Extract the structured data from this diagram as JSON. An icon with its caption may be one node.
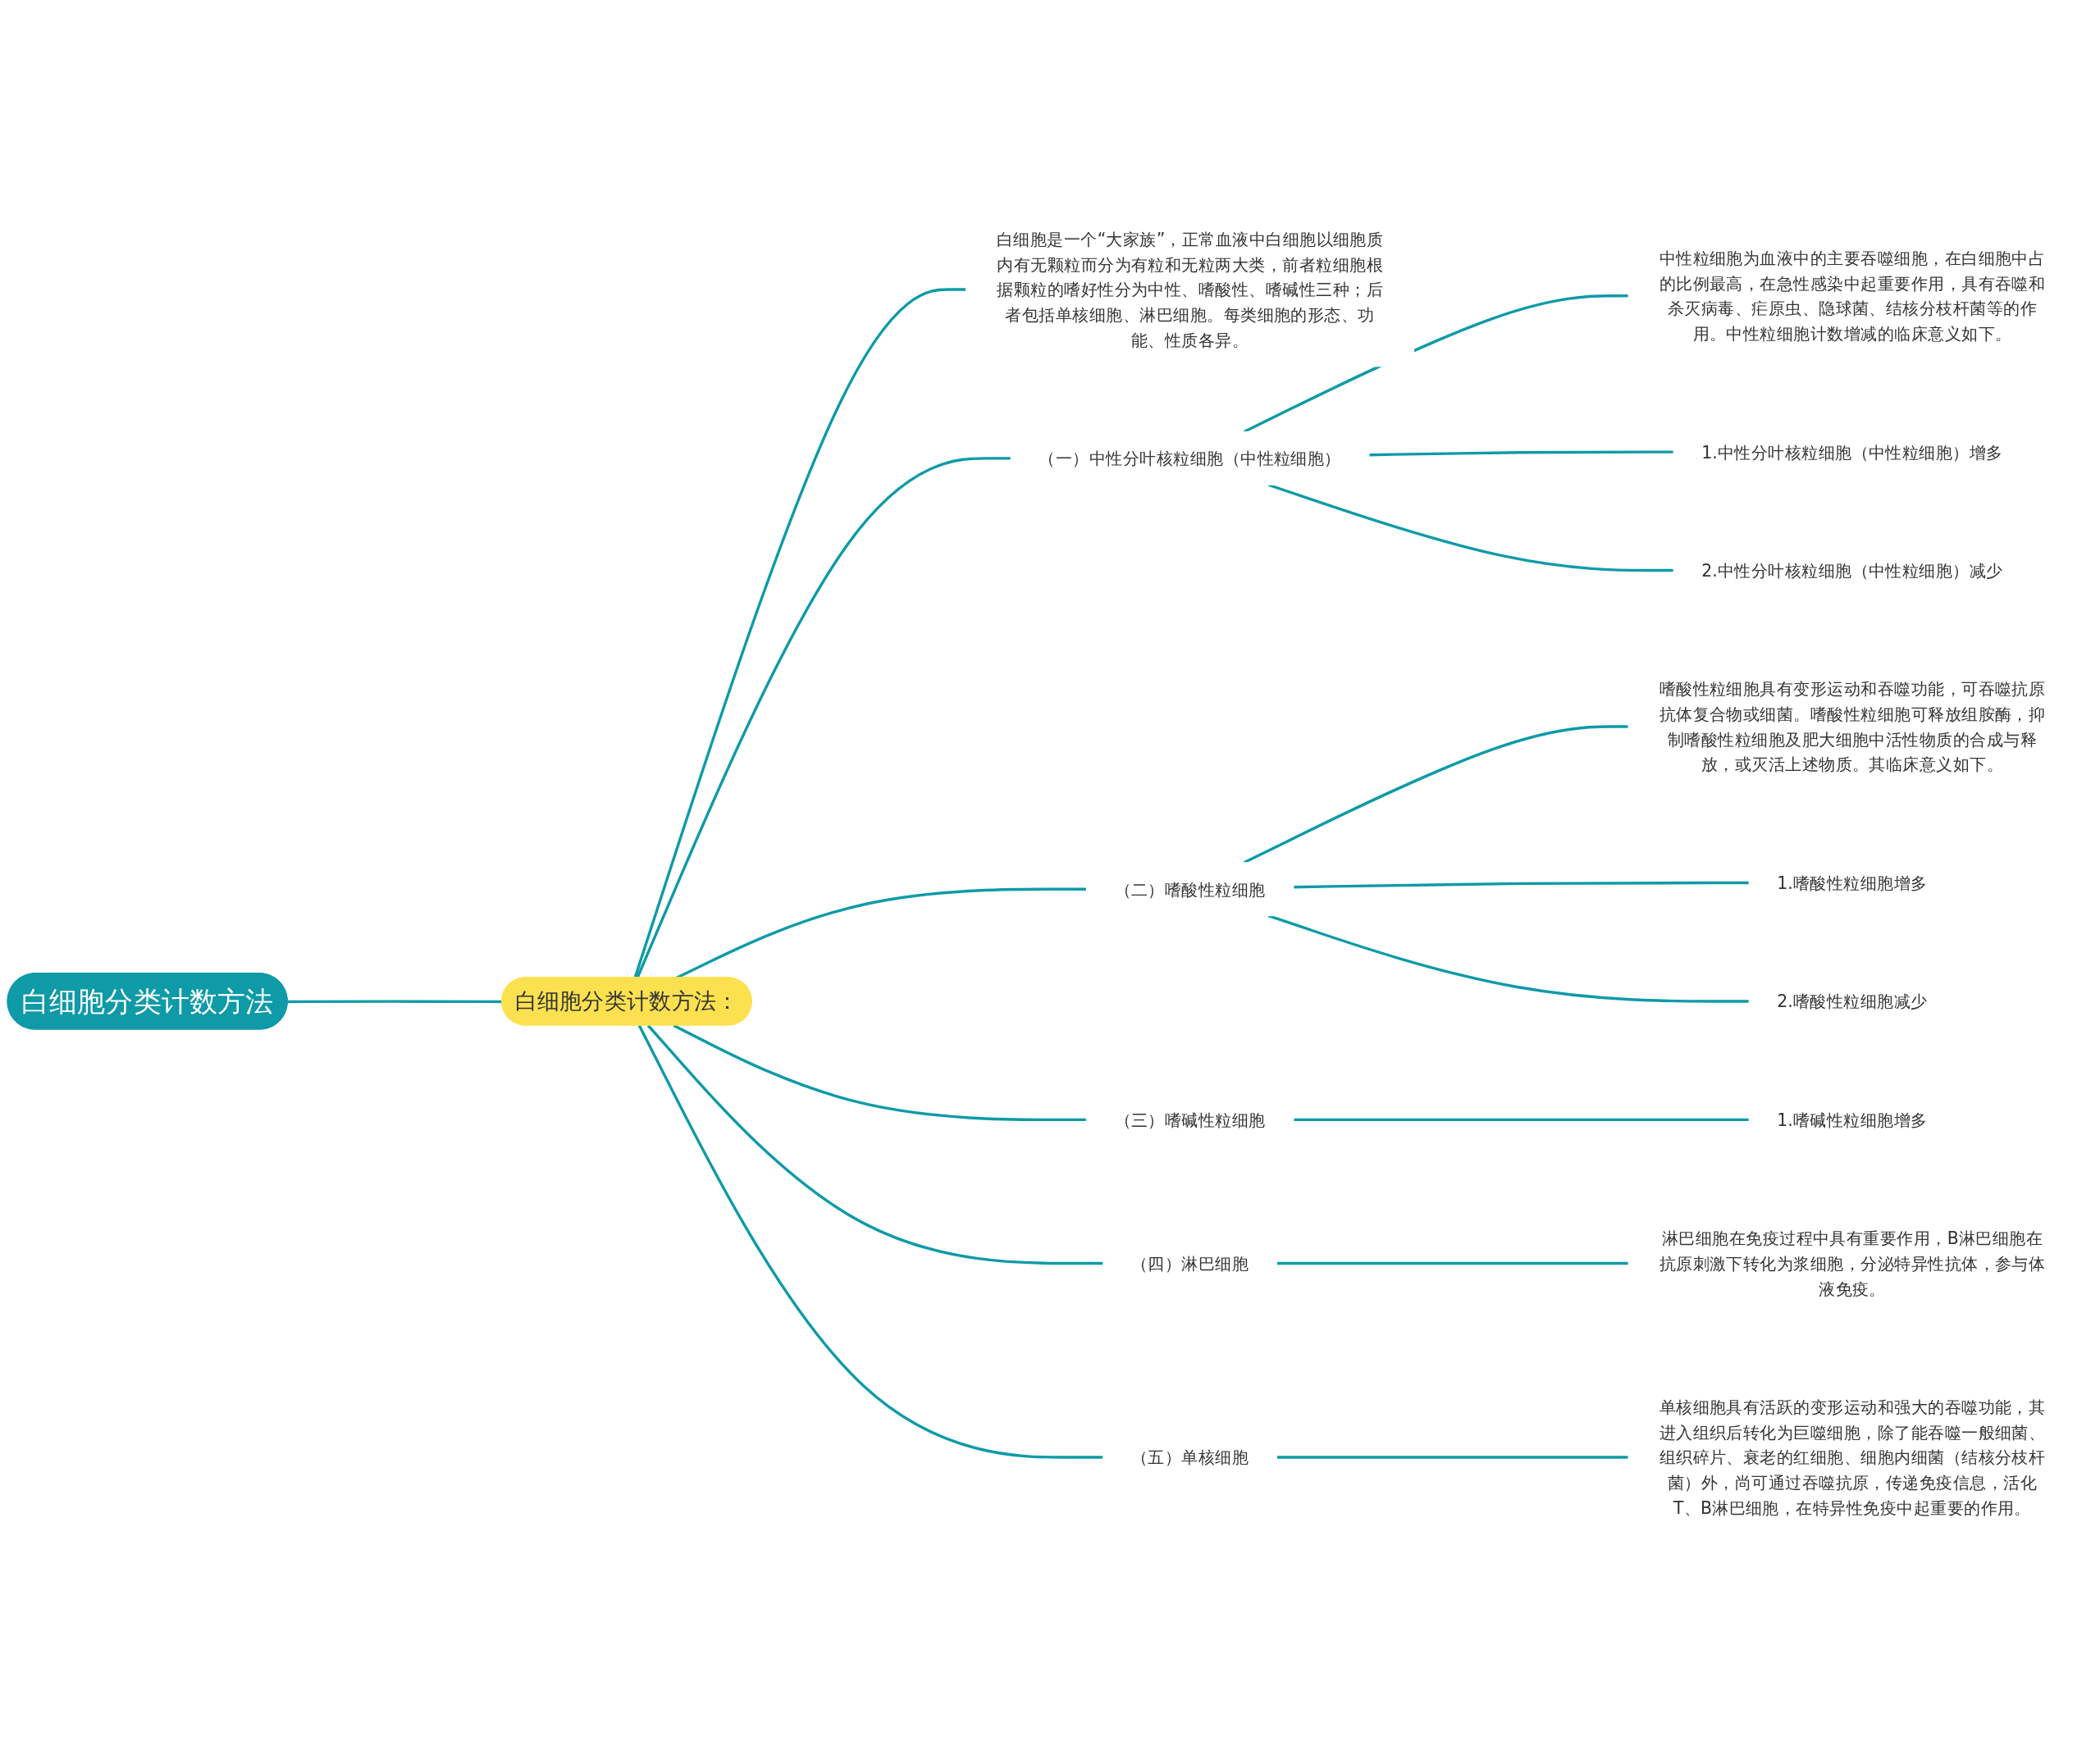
{
  "diagram": {
    "nodes": [
      {
        "text": [
          "白细胞分类计数方法"
        ]
      },
      {
        "text": [
          "白细胞分类计数方法："
        ]
      },
      {
        "text": [
          "白细胞是一个“大家族”，正常血液中白细胞以细胞质内有无颗粒而分为有粒和无粒两大类，前者粒细胞根据颗粒的嗜好性分为中性、嗜酸性、嗜碱性三种；后者包括单核细胞、淋巴细胞。每类细胞的形态、功能、性质各异。"
        ]
      },
      {
        "text": [
          "（一）中性分叶核粒细胞（中性粒细胞）"
        ]
      },
      {
        "text": [
          "中性粒细胞为血液中的主要吞噬细胞，在白细胞中占的比例最高，在急性感染中起重要作用，具有吞噬和杀灭病毒、疟原虫、隐球菌、结核分枝杆菌等的作用。中性粒细胞计数增减的临床意义如下。"
        ]
      },
      {
        "text": [
          "1.中性分叶核粒细胞（中性粒细胞）增多"
        ]
      },
      {
        "text": [
          "2.中性分叶核粒细胞（中性粒细胞）减少"
        ]
      },
      {
        "text": [
          "（二）嗜酸性粒细胞"
        ]
      },
      {
        "text": [
          "嗜酸性粒细胞具有变形运动和吞噬功能，可吞噬抗原抗体复合物或细菌。嗜酸性粒细胞可释放组胺酶，抑制嗜酸性粒细胞及肥大细胞中活性物质的合成与释放，或灭活上述物质。其临床意义如下。"
        ]
      },
      {
        "text": [
          "1.嗜酸性粒细胞增多"
        ]
      },
      {
        "text": [
          "2.嗜酸性粒细胞减少"
        ]
      },
      {
        "text": [
          "（三）嗜碱性粒细胞"
        ]
      },
      {
        "text": [
          "1.嗜碱性粒细胞增多"
        ]
      },
      {
        "text": [
          "（四）淋巴细胞"
        ]
      },
      {
        "text": [
          "淋巴细胞在免疫过程中具有重要作用，B淋巴细胞在抗原刺激下转化为浆细胞，分泌特异性抗体，参与体液免疫。"
        ]
      },
      {
        "text": [
          "（五）单核细胞"
        ]
      },
      {
        "text": [
          "单核细胞具有活跃的变形运动和强大的吞噬功能，其进入组织后转化为巨噬细胞，除了能吞噬一般细菌、组织碎片、衰老的红细胞、细胞内细菌（结核分枝杆菌）外，尚可通过吞噬抗原，传递免疫信息，活化T、B淋巴细胞，在特异性免疫中起重要的作用。"
        ]
      }
    ],
    "edges": [
      {
        "from": 0,
        "to": 1,
        "arrow": "none"
      },
      {
        "from": 1,
        "to": 2,
        "arrow": "none"
      },
      {
        "from": 1,
        "to": 3,
        "arrow": "none"
      },
      {
        "from": 3,
        "to": 4,
        "arrow": "none"
      },
      {
        "from": 3,
        "to": 5,
        "arrow": "none"
      },
      {
        "from": 3,
        "to": 6,
        "arrow": "none"
      },
      {
        "from": 1,
        "to": 7,
        "arrow": "none"
      },
      {
        "from": 7,
        "to": 8,
        "arrow": "none"
      },
      {
        "from": 7,
        "to": 9,
        "arrow": "none"
      },
      {
        "from": 7,
        "to": 10,
        "arrow": "none"
      },
      {
        "from": 1,
        "to": 11,
        "arrow": "none"
      },
      {
        "from": 11,
        "to": 12,
        "arrow": "none"
      },
      {
        "from": 1,
        "to": 13,
        "arrow": "none"
      },
      {
        "from": 13,
        "to": 14,
        "arrow": "none"
      },
      {
        "from": 1,
        "to": 15,
        "arrow": "none"
      },
      {
        "from": 15,
        "to": 16,
        "arrow": "none"
      }
    ]
  }
}
